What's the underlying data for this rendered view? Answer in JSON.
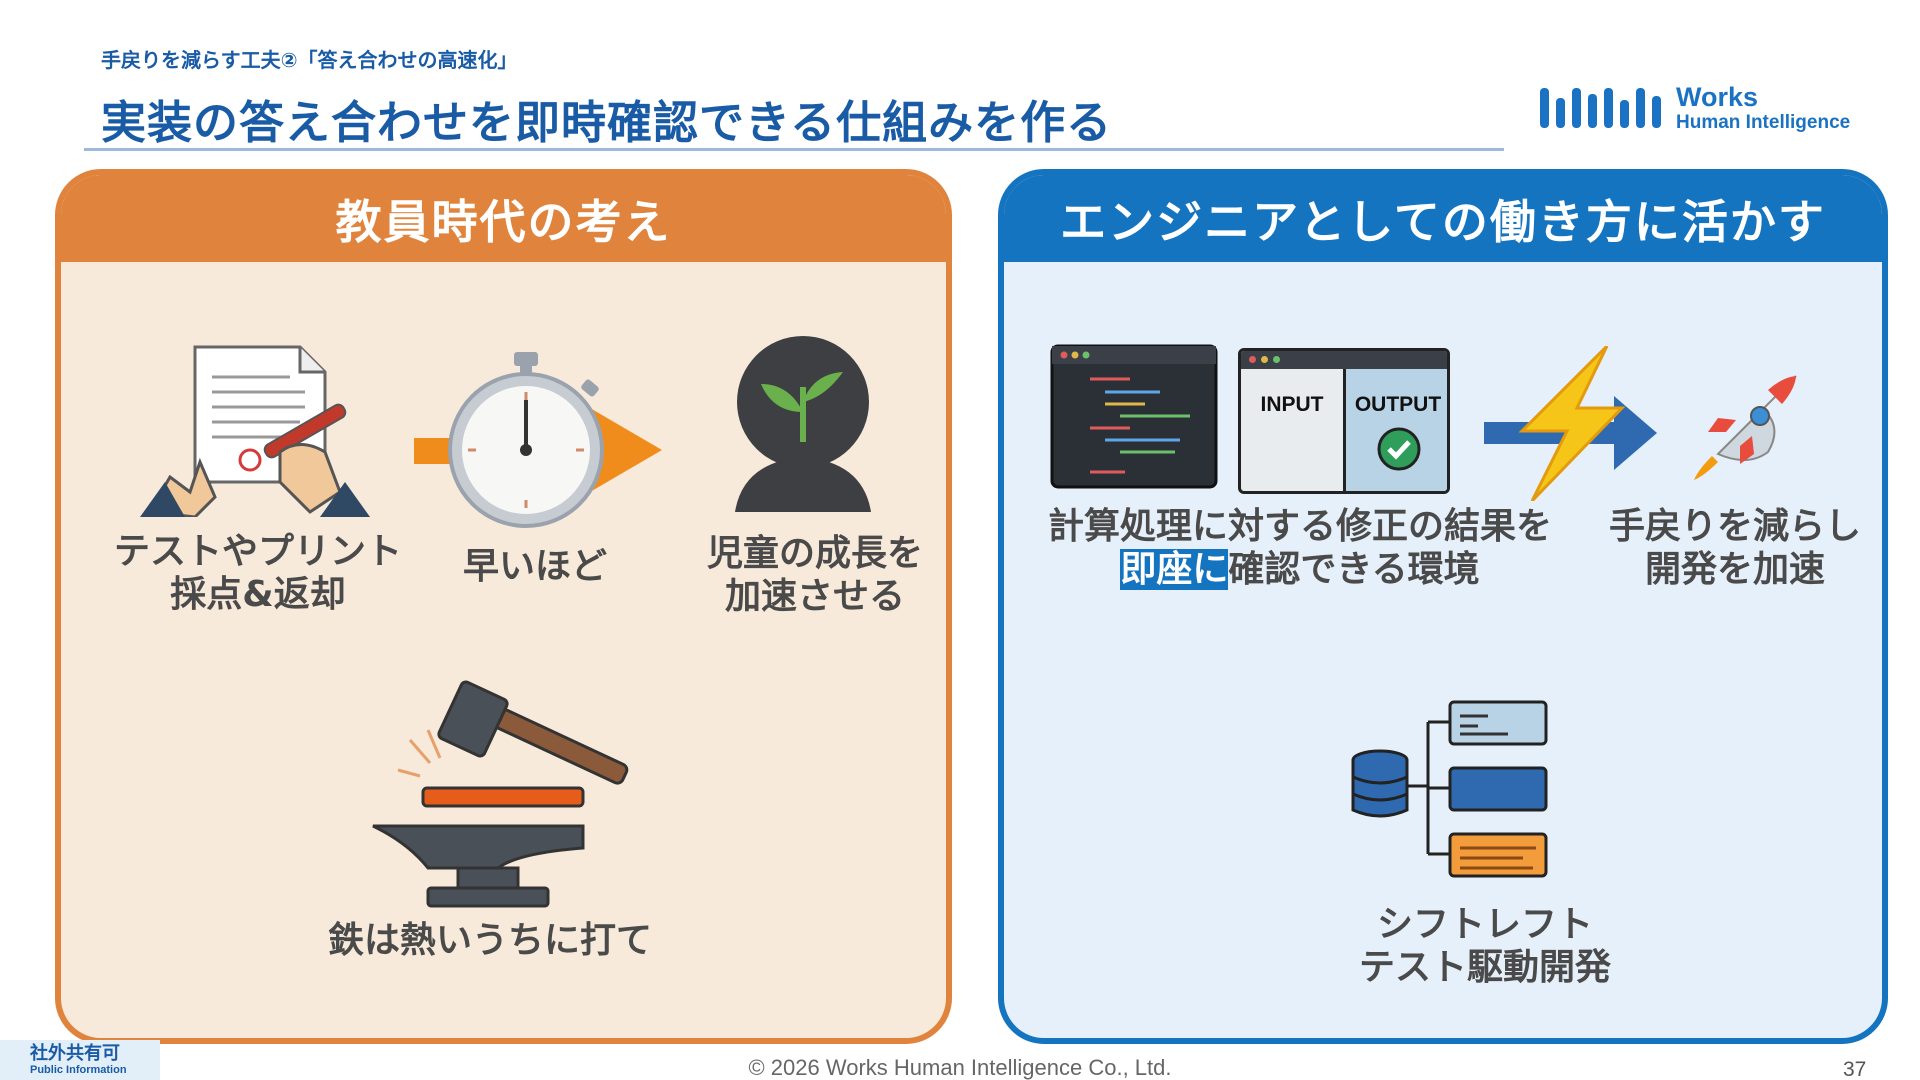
{
  "header": {
    "subtitle": "手戻りを減らす工夫②「答え合わせの高速化」",
    "title": "実装の答え合わせを即時確認できる仕組みを作る"
  },
  "logo": {
    "line1": "Works",
    "line2": "Human Intelligence"
  },
  "left_panel": {
    "heading": "教員時代の考え",
    "item_test": [
      "テストやプリント",
      "採点&返却"
    ],
    "item_fast": "早いほど",
    "item_growth": [
      "児童の成長を",
      "加速させる"
    ],
    "item_iron": "鉄は熱いうちに打て"
  },
  "right_panel": {
    "heading": "エンジニアとしての働き方に活かす",
    "io_input": "INPUT",
    "io_output": "OUTPUT",
    "item_env": {
      "line1": "計算処理に対する修正の結果を",
      "line2_highlight": "即座に",
      "line2_rest": "確認できる環境"
    },
    "item_rework": [
      "手戻りを減らし",
      "開発を加速"
    ],
    "item_shift": [
      "シフトレフト",
      "テスト駆動開発"
    ]
  },
  "footer": {
    "copyright": "© 2026 Works Human Intelligence Co., Ltd.",
    "page": "37",
    "badge_ja": "社外共有可",
    "badge_en": "Public Information"
  },
  "colors": {
    "accent_orange": "#e0843d",
    "accent_blue": "#1474c0",
    "title_blue": "#1a5ba6"
  }
}
